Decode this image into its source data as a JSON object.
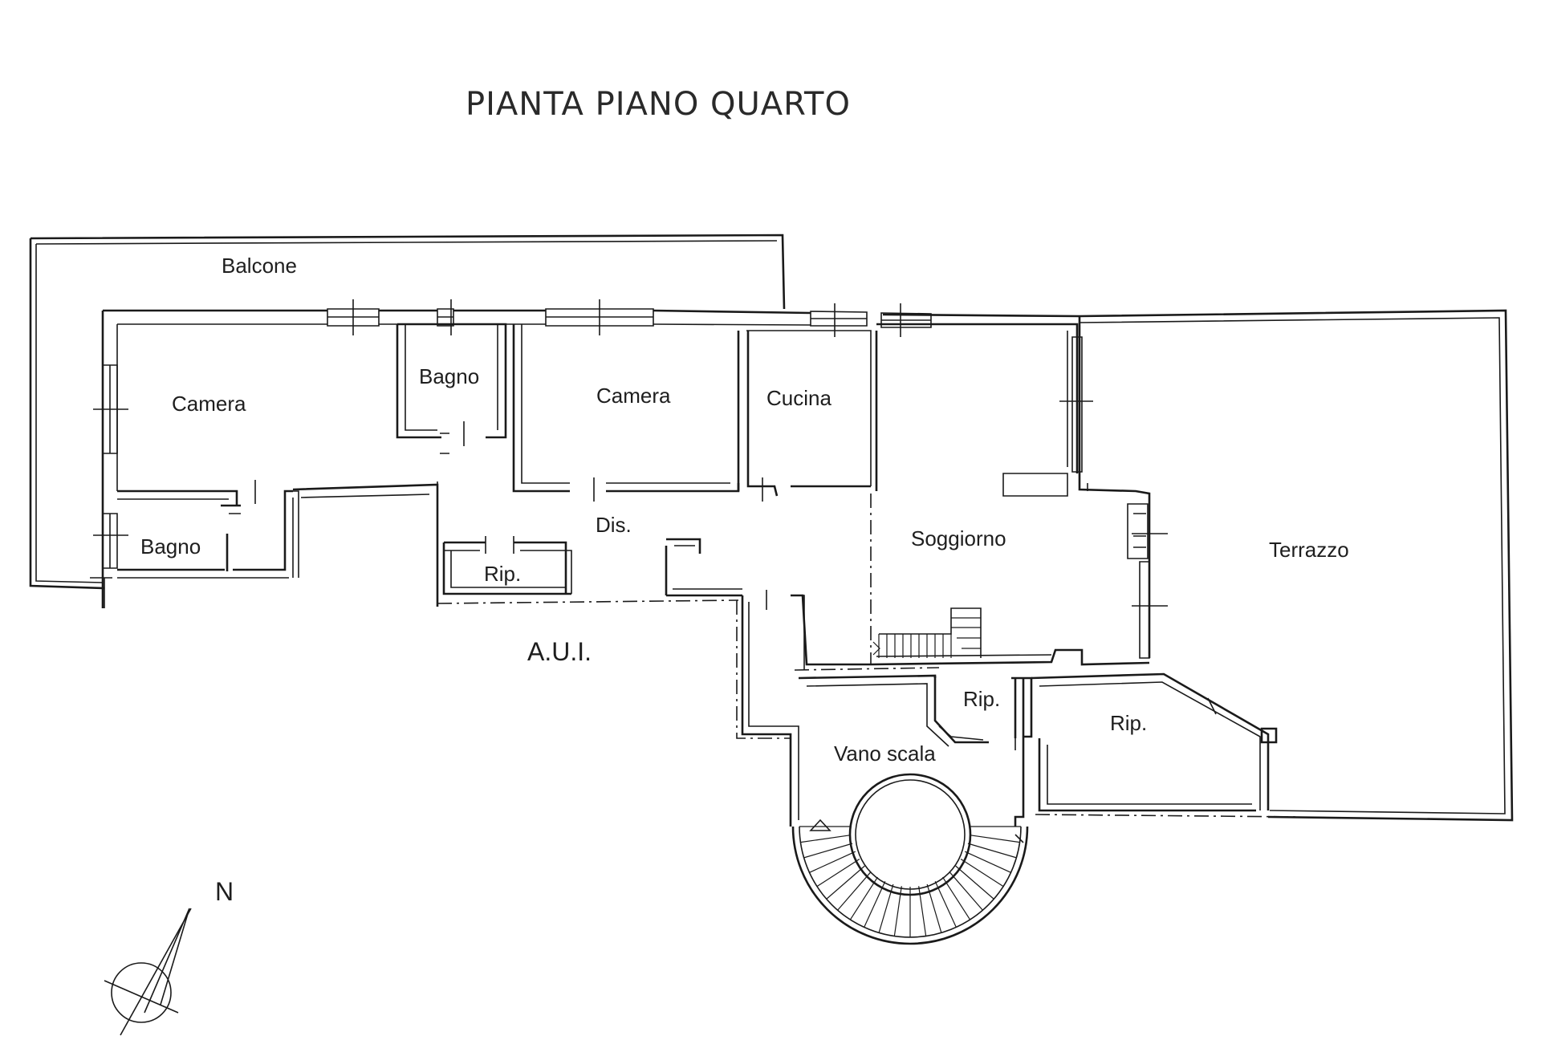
{
  "title": "PIANTA  PIANO  QUARTO",
  "rooms": {
    "balcone": "Balcone",
    "camera_1": "Camera",
    "bagno_1": "Bagno",
    "camera_2": "Camera",
    "cucina": "Cucina",
    "bagno_2": "Bagno",
    "dis": "Dis.",
    "rip_1": "Rip.",
    "soggiorno": "Soggiorno",
    "terrazzo": "Terrazzo",
    "aui": "A.U.I.",
    "rip_2": "Rip.",
    "rip_3": "Rip.",
    "vano_scala": "Vano scala"
  },
  "compass": {
    "label": "N",
    "icon": "north-arrow-icon"
  }
}
